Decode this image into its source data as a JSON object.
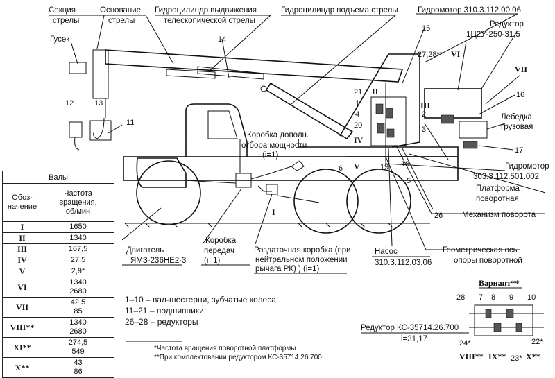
{
  "labels": {
    "boom_section": [
      "Секция",
      "стрелы"
    ],
    "boom_base": [
      "Основание",
      "стрелы"
    ],
    "telescoping_cylinder": [
      "Гидроцилиндр выдвижения",
      "телескопической стрелы"
    ],
    "lifting_cylinder": "Гидроцилиндр подъема стрелы",
    "hydromotor_top": "Гидромотор 310.3.112.00.06",
    "jib": "Гусек",
    "reducer": [
      "Редуктор",
      "1Ц2У-250-31,5"
    ],
    "winch": [
      "Лебедка",
      "грузовая"
    ],
    "pto": [
      "Коробка дополн.",
      "отбора мощности",
      "(i=1)"
    ],
    "hydromotor_bottom": [
      "Гидромотор",
      "303.3.112.501.002"
    ],
    "platform": [
      "Платформа",
      "поворотная"
    ],
    "slewing_mechanism": "Механизм поворота",
    "engine": [
      "Двигатель",
      "ЯМЗ-236НЕ2-3"
    ],
    "gearbox": [
      "Коробка",
      "передач",
      "(i=1)"
    ],
    "transfer_case": [
      "Раздаточная коробка (при",
      "нейтральном положении",
      "рычага РК) ) (i=1)"
    ],
    "pump": [
      "Насос",
      "310.3.112.03.06"
    ],
    "geometric_axis": [
      "Геометрическая ось",
      "опоры поворотной"
    ],
    "variant_title": "Вариант**",
    "variant_reducer": [
      "Редуктор КС-35714.26.700",
      "i=31,17"
    ]
  },
  "callouts": [
    "14",
    "15",
    "12",
    "13",
    "11",
    "27,28**",
    "VI",
    "VII",
    "16",
    "17",
    "21",
    "II",
    "1",
    "4",
    "20",
    "III",
    "2",
    "3",
    "IV",
    "V",
    "6",
    "19",
    "18",
    "5",
    "26",
    "I"
  ],
  "variant_callouts": [
    "28",
    "7",
    "8",
    "9",
    "10",
    "24*",
    "VIII**",
    "IX**",
    "23*",
    "X**",
    "22*"
  ],
  "legend_notes": [
    "1–10 – вал-шестерни, зубчатые колеса;",
    "11–21 – подшипники;",
    "26–28 – редукторы"
  ],
  "footnotes": [
    "*Частота вращения поворотной платформы",
    "**При комплектовании редуктором КС-35714.26.700"
  ],
  "shafts_table": {
    "caption": "Валы",
    "col1": [
      "Обоз-",
      "начение"
    ],
    "col2": [
      "Частота",
      "вращения,",
      "об/мин"
    ],
    "rows": [
      {
        "shaft": "I",
        "speed": [
          "1650"
        ]
      },
      {
        "shaft": "II",
        "speed": [
          "1340"
        ]
      },
      {
        "shaft": "III",
        "speed": [
          "167,5"
        ]
      },
      {
        "shaft": "IV",
        "speed": [
          "27,5"
        ]
      },
      {
        "shaft": "V",
        "speed": [
          "2,9*"
        ]
      },
      {
        "shaft": "VI",
        "speed": [
          "1340",
          "2680"
        ]
      },
      {
        "shaft": "VII",
        "speed": [
          "42,5",
          "85"
        ]
      },
      {
        "shaft": "VIII**",
        "speed": [
          "1340",
          "2680"
        ]
      },
      {
        "shaft": "XI**",
        "speed": [
          "274,5",
          "549"
        ]
      },
      {
        "shaft": "X**",
        "speed": [
          "43",
          "86"
        ]
      }
    ]
  }
}
